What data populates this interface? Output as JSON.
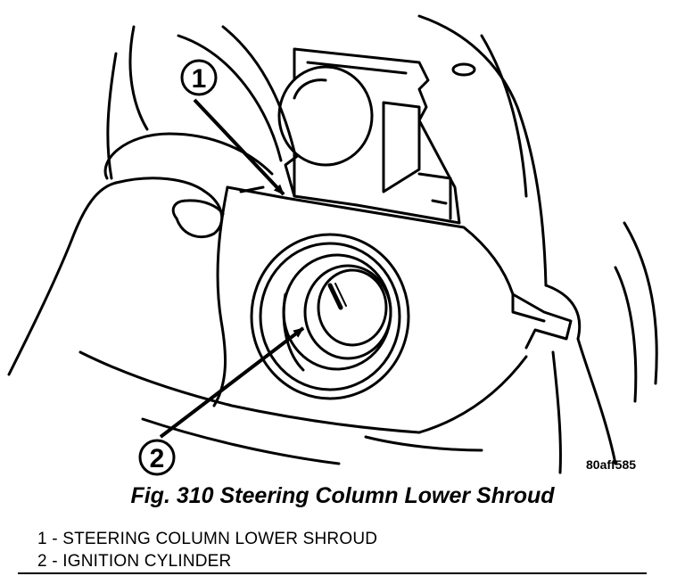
{
  "figure": {
    "caption": "Fig. 310 Steering Column Lower Shroud",
    "reference_code": "80aff585",
    "callouts": [
      {
        "number": "1",
        "part": "steering-column-lower-shroud"
      },
      {
        "number": "2",
        "part": "ignition-cylinder"
      }
    ]
  },
  "legend": {
    "items": [
      "1 - STEERING COLUMN LOWER SHROUD",
      "2 - IGNITION CYLINDER"
    ]
  }
}
